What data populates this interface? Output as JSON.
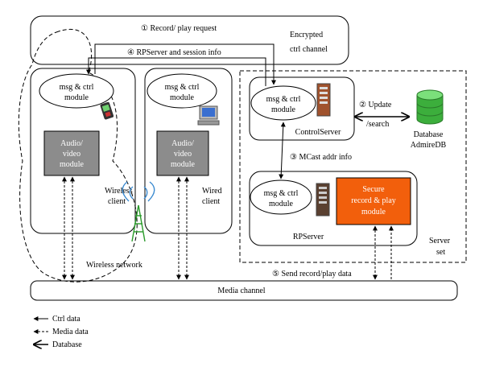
{
  "colors": {
    "gray_module": "#8c8c8c",
    "secure_module": "#f25f0c",
    "database": "#3cae3c",
    "line": "#000000"
  },
  "steps": {
    "s1": "① Record/ play request",
    "s2a": "② Update",
    "s2b": "/search",
    "s3": "③ MCast addr info",
    "s4": "④ RPServer and session info",
    "s5": "⑤ Send record/play data"
  },
  "encrypted": [
    "Encrypted",
    "ctrl channel"
  ],
  "wireless_client": {
    "module": [
      "msg & ctrl",
      "module"
    ],
    "av": [
      "Audio/",
      "video",
      "module"
    ],
    "label": [
      "Wireless",
      "client"
    ]
  },
  "wired_client": {
    "module": [
      "msg & ctrl",
      "module"
    ],
    "av": [
      "Audio/",
      "video",
      "module"
    ],
    "label": [
      "Wired",
      "client"
    ]
  },
  "control_server": {
    "module": [
      "msg & ctrl",
      "module"
    ],
    "label": "ControlServer"
  },
  "database": [
    "Database",
    "AdmireDB"
  ],
  "rp_server": {
    "module": [
      "msg & ctrl",
      "module"
    ],
    "label": "RPServer",
    "secure": [
      "Secure",
      "record & play",
      "module"
    ]
  },
  "server_set": [
    "Server",
    "set"
  ],
  "wireless_network": "Wireless network",
  "media_channel": "Media channel",
  "legend": {
    "ctrl": "Ctrl data",
    "media": "Media data",
    "db": "Database"
  }
}
